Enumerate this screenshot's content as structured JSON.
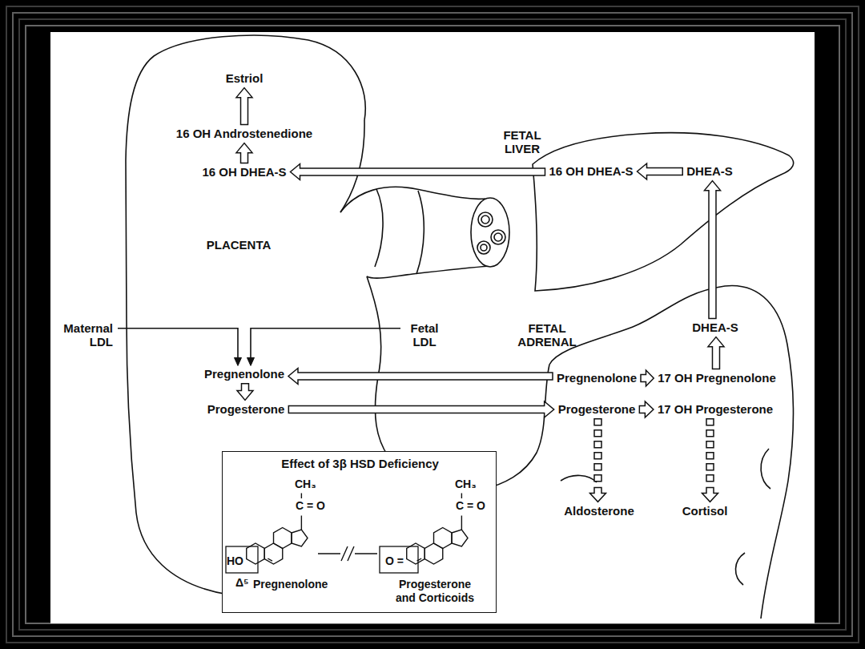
{
  "diagram": {
    "nodes": [
      {
        "text": [
          "PLACENTA"
        ]
      },
      {
        "text": [
          "Estriol"
        ],
        "in": 0
      },
      {
        "text": [
          "16 OH Androstenedione"
        ],
        "in": 0
      },
      {
        "text": [
          "16 OH DHEA-S"
        ],
        "in": 0
      },
      {
        "text": [
          "Pregnenolone"
        ],
        "in": 0
      },
      {
        "text": [
          "Progesterone"
        ],
        "in": 0
      },
      {
        "text": [
          "FETAL LIVER"
        ]
      },
      {
        "text": [
          "16 OH DHEA-S"
        ],
        "in": 6
      },
      {
        "text": [
          "DHEA-S"
        ],
        "in": 6
      },
      {
        "text": [
          "FETAL ADRENAL"
        ]
      },
      {
        "text": [
          "Pregnenolone"
        ],
        "in": 9
      },
      {
        "text": [
          "17 OH Pregnenolone"
        ],
        "in": 9
      },
      {
        "text": [
          "Progesterone"
        ],
        "in": 9
      },
      {
        "text": [
          "17 OH Progesterone"
        ],
        "in": 9
      },
      {
        "text": [
          "DHEA-S"
        ],
        "in": 9
      },
      {
        "text": [
          "Aldosterone"
        ],
        "in": 9
      },
      {
        "text": [
          "Cortisol"
        ],
        "in": 9
      },
      {
        "text": [
          "Effect of 3β HSD Deficiency"
        ]
      },
      {
        "text": [
          "Maternal LDL"
        ]
      },
      {
        "text": [
          "Fetal LDL"
        ]
      }
    ],
    "edges": [
      {
        "from": 8,
        "to": 7,
        "arrow": "to"
      },
      {
        "from": 7,
        "to": 3,
        "arrow": "to"
      },
      {
        "from": 3,
        "to": 2,
        "arrow": "to"
      },
      {
        "from": 2,
        "to": 1,
        "arrow": "to"
      },
      {
        "from": 18,
        "to": 4,
        "arrow": "to"
      },
      {
        "from": 19,
        "to": 4,
        "arrow": "to"
      },
      {
        "from": 10,
        "to": 4,
        "arrow": "to"
      },
      {
        "from": 4,
        "to": 5,
        "arrow": "to"
      },
      {
        "from": 5,
        "to": 12,
        "arrow": "to"
      },
      {
        "from": 10,
        "to": 11,
        "arrow": "to"
      },
      {
        "from": 12,
        "to": 13,
        "arrow": "to"
      },
      {
        "from": 11,
        "to": 14,
        "arrow": "to"
      },
      {
        "from": 14,
        "to": 8,
        "arrow": "to"
      },
      {
        "from": 12,
        "to": 15,
        "arrow": "to"
      },
      {
        "from": 13,
        "to": 16,
        "arrow": "to"
      }
    ],
    "labels": [
      "CH₃",
      "C = O",
      "HO",
      "Δ⁵",
      "Pregnenolone",
      "CH₃",
      "C = O",
      "O =",
      "Progesterone and Corticoids"
    ]
  }
}
